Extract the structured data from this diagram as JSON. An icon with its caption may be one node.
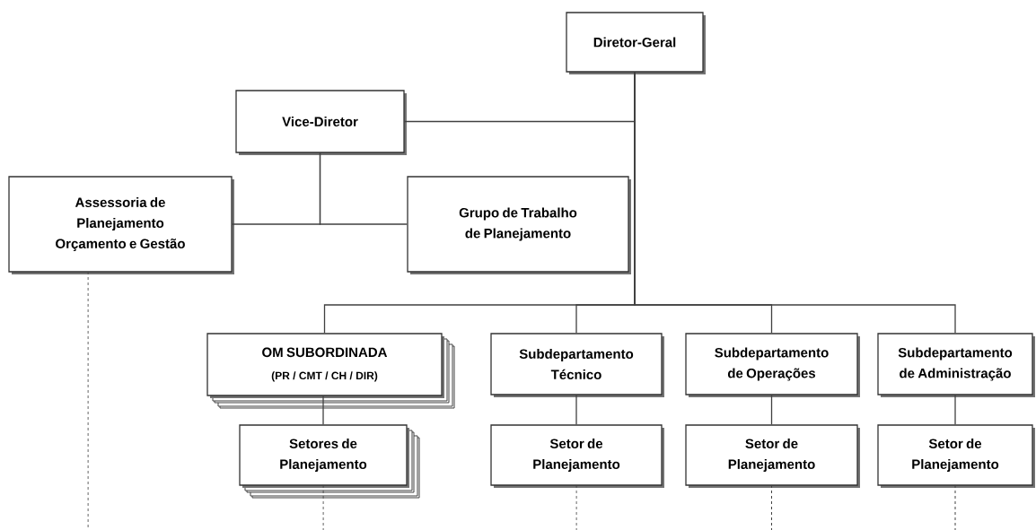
{
  "diagram": {
    "nodes": [
      {
        "text": [
          "Diretor-Geral"
        ]
      },
      {
        "text": [
          "Vice-Diretor"
        ]
      },
      {
        "text": [
          "Assessoria de Planejamento Orçamento e Gestão"
        ]
      },
      {
        "text": [
          "Grupo de Trabalho de Planejamento"
        ]
      },
      {
        "text": [
          "OM SUBORDINADA",
          "(PR / CMT / CH / DIR)"
        ]
      },
      {
        "text": [
          "Subdepartamento Técnico"
        ]
      },
      {
        "text": [
          "Subdepartamento de Operações"
        ]
      },
      {
        "text": [
          "Subdepartamento de Administração"
        ]
      },
      {
        "text": [
          "Setores de Planejamento"
        ]
      },
      {
        "text": [
          "Setor de Planejamento"
        ]
      },
      {
        "text": [
          "Setor de Planejamento"
        ]
      },
      {
        "text": [
          "Setor de Planejamento"
        ]
      }
    ],
    "edges": [
      {
        "from": 0,
        "to": 1,
        "arrow": "none"
      },
      {
        "from": 0,
        "to": 4,
        "arrow": "none"
      },
      {
        "from": 0,
        "to": 5,
        "arrow": "none"
      },
      {
        "from": 0,
        "to": 6,
        "arrow": "none"
      },
      {
        "from": 0,
        "to": 7,
        "arrow": "none"
      },
      {
        "from": 1,
        "to": 2,
        "arrow": "none"
      },
      {
        "from": 1,
        "to": 3,
        "arrow": "none"
      },
      {
        "from": 4,
        "to": 8,
        "arrow": "none"
      },
      {
        "from": 5,
        "to": 9,
        "arrow": "none"
      },
      {
        "from": 6,
        "to": 10,
        "arrow": "none"
      },
      {
        "from": 7,
        "to": 11,
        "arrow": "none"
      },
      {
        "from": 2,
        "to": null,
        "arrow": "none",
        "style": "dashed"
      },
      {
        "from": 8,
        "to": null,
        "arrow": "none",
        "style": "dashed"
      },
      {
        "from": 9,
        "to": null,
        "arrow": "none",
        "style": "dashed"
      },
      {
        "from": 10,
        "to": null,
        "arrow": "none",
        "style": "dashed"
      },
      {
        "from": 11,
        "to": null,
        "arrow": "none",
        "style": "dashed"
      }
    ]
  }
}
